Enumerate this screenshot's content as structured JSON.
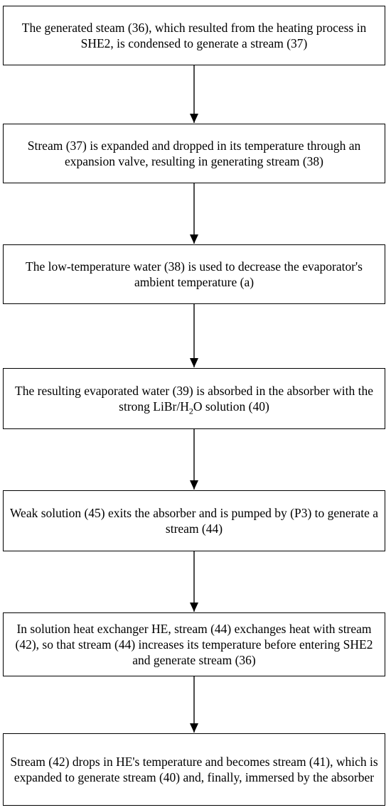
{
  "steps": [
    {
      "text": "The generated steam (36), which resulted from the heating process in SHE2, is condensed to generate a stream (37)"
    },
    {
      "text": "Stream (37) is expanded and dropped in its temperature through an expansion valve, resulting in generating stream (38)"
    },
    {
      "text": "The low-temperature water (38) is used to decrease the evaporator's ambient temperature (a)"
    },
    {
      "text_before": "The resulting evaporated water (39) is absorbed in the absorber with the strong LiBr/H",
      "subscript": "2",
      "text_after": "O solution (40)"
    },
    {
      "text": "Weak solution (45) exits the absorber and is pumped by (P3) to generate a stream (44)"
    },
    {
      "text": "In solution heat exchanger HE, stream (44) exchanges heat with stream (42), so that stream (44) increases its temperature before entering SHE2 and generate stream (36)"
    },
    {
      "text": "Stream (42) drops in HE's temperature and becomes stream (41), which is expanded to generate stream (40) and, finally, immersed by the absorber"
    }
  ]
}
